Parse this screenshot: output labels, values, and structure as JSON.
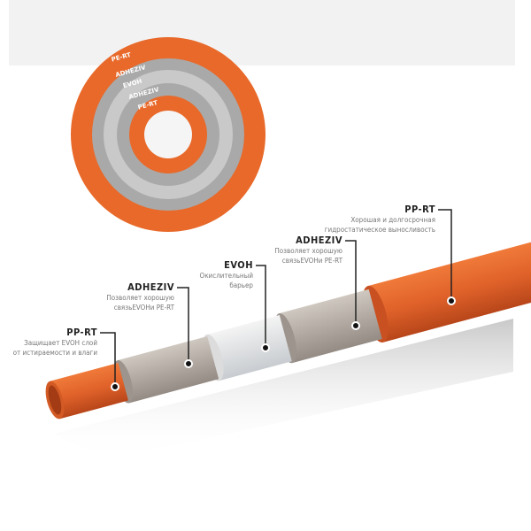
{
  "cross_section": {
    "rings": [
      "PE-RT",
      "ADHEZIV",
      "EVOH",
      "ADHEZIV",
      "PE-RT"
    ]
  },
  "layers": [
    {
      "title": "PP-RT",
      "desc": [
        "Защищает EVOH слой",
        "от истираемости и влаги"
      ]
    },
    {
      "title": "ADHEZIV",
      "desc": [
        "Позволяет хорошую",
        "связьEVOHи PE-RT"
      ]
    },
    {
      "title": "EVOH",
      "desc": [
        "Окислительный",
        "барьер"
      ]
    },
    {
      "title": "ADHEZIV",
      "desc": [
        "Позволяет хорошую",
        "связьEVOHи PE-RT"
      ]
    },
    {
      "title": "PP-RT",
      "desc": [
        "Хорошая и долгосрочная",
        "гидростатическое выносливость"
      ]
    }
  ],
  "colors": {
    "orange": "#e8692a",
    "grey_dark": "#a9a9a9",
    "grey_light": "#c9c9c9",
    "pipe_grey": "#b8b0a8",
    "evoh": "#e6e6e6"
  }
}
